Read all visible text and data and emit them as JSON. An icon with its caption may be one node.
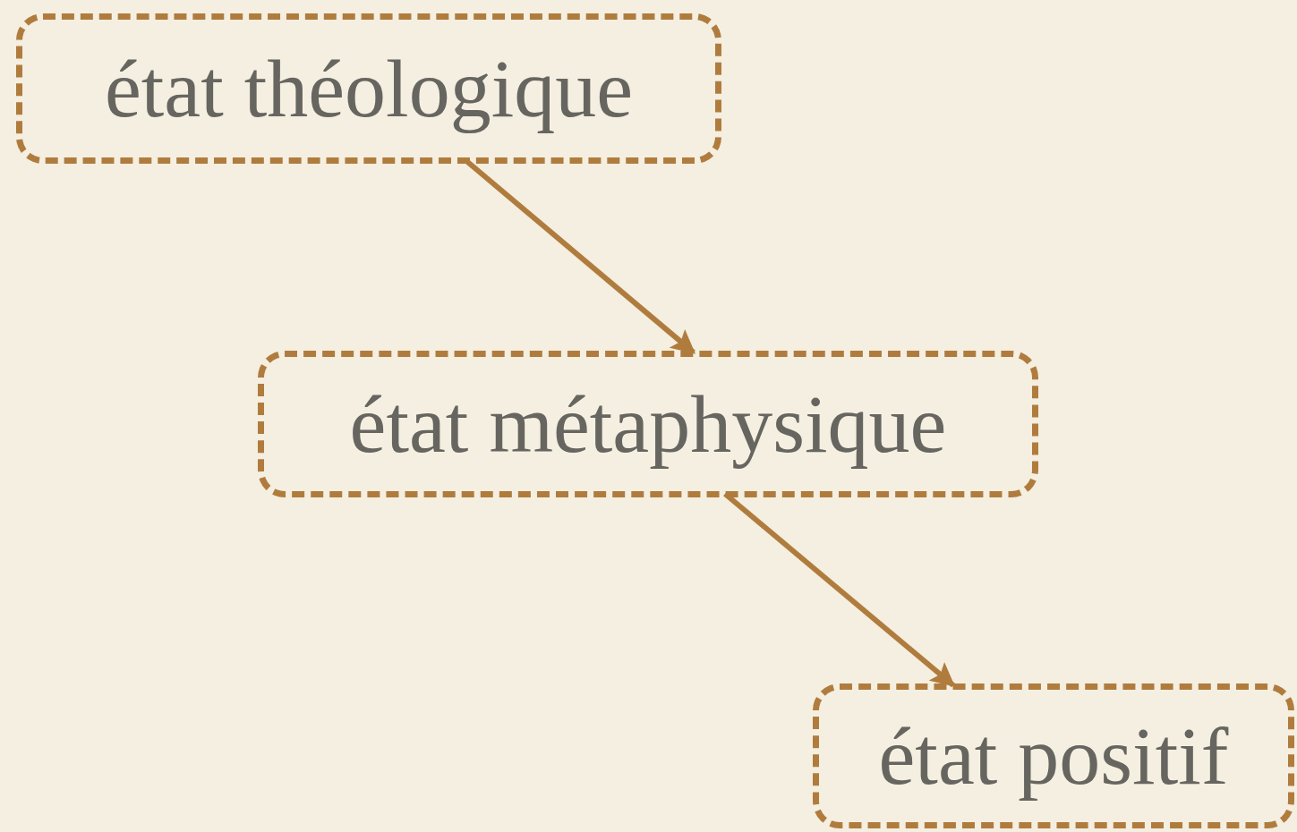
{
  "diagram": {
    "nodes": [
      {
        "text": [
          "état théologique"
        ]
      },
      {
        "text": [
          "état métaphysique"
        ]
      },
      {
        "text": [
          "état positif"
        ]
      }
    ],
    "edges": [
      {
        "from": 0,
        "to": 1,
        "arrow": "to"
      },
      {
        "from": 1,
        "to": 2,
        "arrow": "to"
      }
    ]
  }
}
